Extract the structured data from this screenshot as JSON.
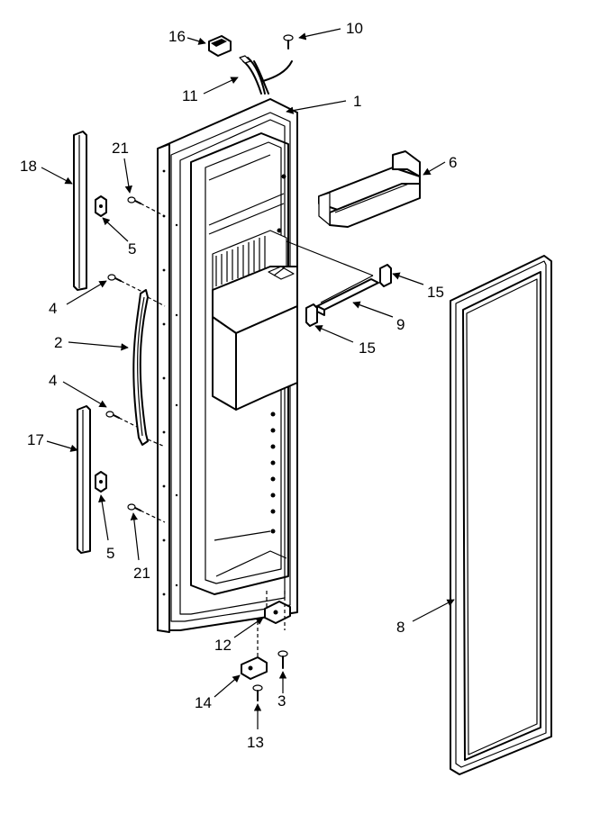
{
  "callouts": [
    {
      "id": "1",
      "text": "1"
    },
    {
      "id": "2",
      "text": "2"
    },
    {
      "id": "3",
      "text": "3"
    },
    {
      "id": "4a",
      "text": "4"
    },
    {
      "id": "4b",
      "text": "4"
    },
    {
      "id": "5a",
      "text": "5"
    },
    {
      "id": "5b",
      "text": "5"
    },
    {
      "id": "6",
      "text": "6"
    },
    {
      "id": "8",
      "text": "8"
    },
    {
      "id": "9",
      "text": "9"
    },
    {
      "id": "10",
      "text": "10"
    },
    {
      "id": "11",
      "text": "11"
    },
    {
      "id": "12",
      "text": "12"
    },
    {
      "id": "13",
      "text": "13"
    },
    {
      "id": "14",
      "text": "14"
    },
    {
      "id": "15a",
      "text": "15"
    },
    {
      "id": "15b",
      "text": "15"
    },
    {
      "id": "16",
      "text": "16"
    },
    {
      "id": "17",
      "text": "17"
    },
    {
      "id": "18",
      "text": "18"
    },
    {
      "id": "21a",
      "text": "21"
    },
    {
      "id": "21b",
      "text": "21"
    }
  ]
}
